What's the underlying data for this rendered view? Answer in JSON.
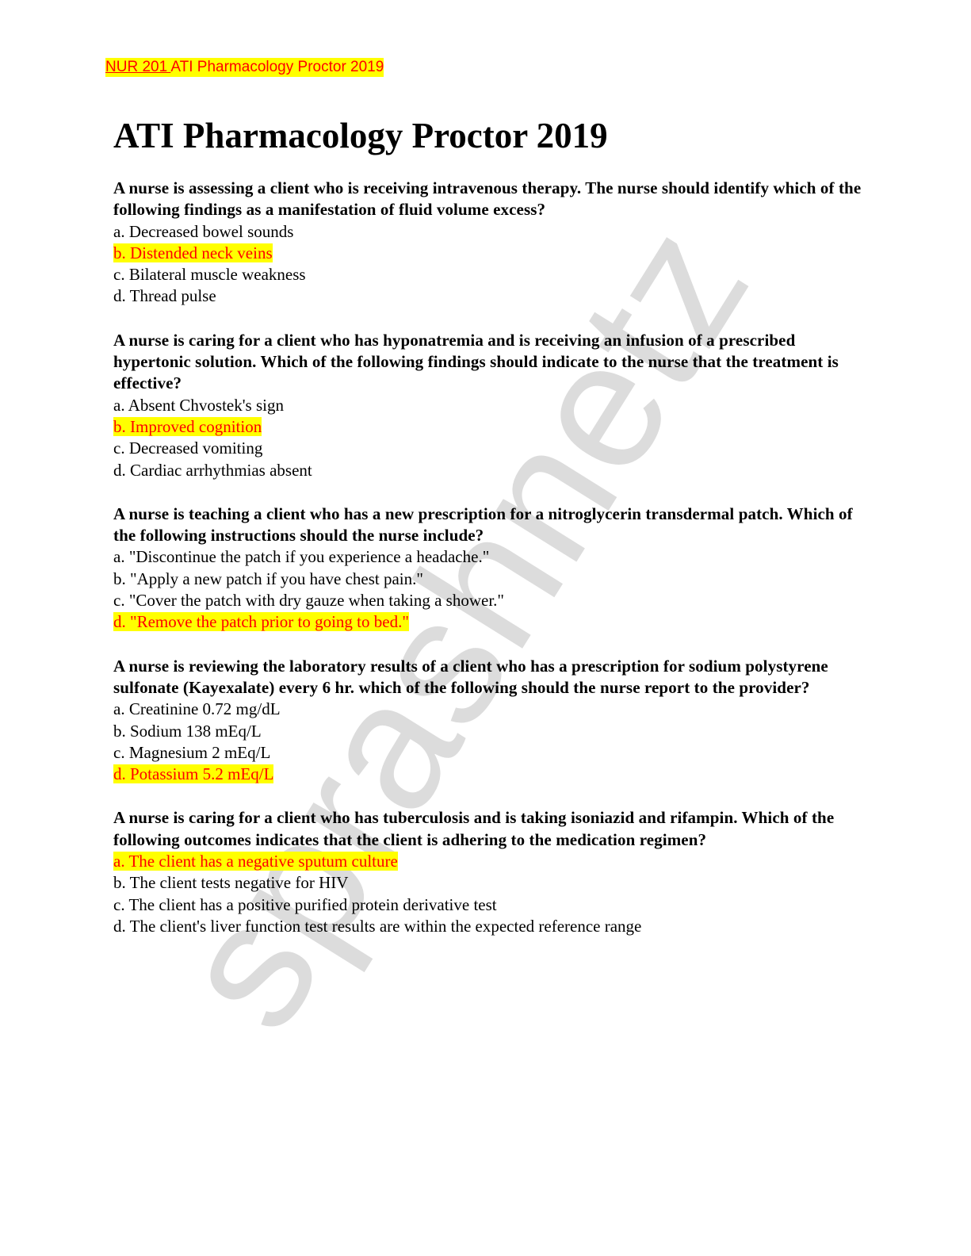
{
  "header": {
    "code": "NUR 201 ",
    "text": "ATI Pharmacology Proctor 2019"
  },
  "title": "ATI Pharmacology Proctor 2019",
  "watermark": "sprashnetz",
  "colors": {
    "highlight_bg": "#ffff00",
    "highlight_text": "#ff0000",
    "watermark": "#dcdcdc"
  },
  "questions": [
    {
      "stem": "A nurse is assessing a client who is receiving intravenous therapy. The nurse should identify which of the following findings as a manifestation of fluid volume excess?",
      "options": [
        "a. Decreased bowel sounds",
        "b. Distended neck veins",
        "c. Bilateral muscle weakness",
        "d. Thread pulse"
      ],
      "correct": "b"
    },
    {
      "stem": "A nurse is caring for a client who has hyponatremia and is receiving an infusion of a prescribed hypertonic solution. Which of the following findings should indicate to the nurse that the treatment is effective?",
      "options": [
        "a. Absent Chvostek's sign",
        "b. Improved cognition",
        "c. Decreased vomiting",
        "d. Cardiac arrhythmias absent"
      ],
      "correct": "b"
    },
    {
      "stem": "A nurse is teaching a client who has a new prescription for a nitroglycerin transdermal patch. Which of the following instructions should the nurse include?",
      "options": [
        "a. \"Discontinue the patch if you experience a headache.\"",
        "b. \"Apply a new patch if you have chest pain.\"",
        "c. \"Cover the patch with dry gauze when taking a shower.\"",
        "d. \"Remove the patch prior to going to bed.\""
      ],
      "correct": "d"
    },
    {
      "stem": "A nurse is reviewing the laboratory results of a client who has a prescription for sodium polystyrene sulfonate (Kayexalate) every 6 hr. which of the following should the nurse report to the provider?",
      "options": [
        "a. Creatinine 0.72 mg/dL",
        "b. Sodium 138 mEq/L",
        "c. Magnesium 2 mEq/L",
        "d. Potassium 5.2 mEq/L"
      ],
      "correct": "d"
    },
    {
      "stem": "A nurse is caring for a client who has tuberculosis and is taking isoniazid and rifampin. Which of the following outcomes indicates that the client is adhering to the medication regimen?",
      "options": [
        "a. The client has a negative sputum culture",
        "b. The client tests negative for HIV",
        "c. The client has a positive purified protein derivative test",
        "d. The client's liver function test results are within the expected reference range"
      ],
      "correct": "a"
    }
  ]
}
